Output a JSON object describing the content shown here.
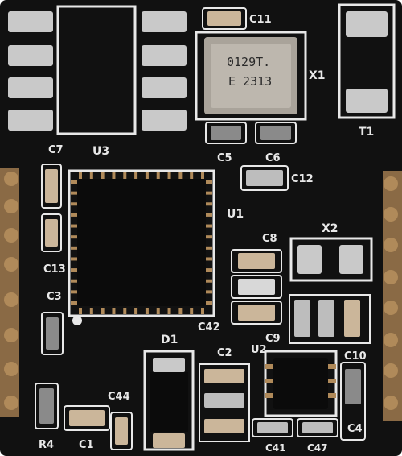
{
  "board": {
    "colors": {
      "mask": "#111111",
      "silk": "#e8e8e8",
      "pad": "#c9c9c9",
      "pin": "#b08a5a",
      "chip": "#0b0b0b",
      "cap": "#cbb69a"
    }
  },
  "labels": {
    "c11": "C11",
    "x1": "X1",
    "u3": "U3",
    "c7": "C7",
    "c5": "C5",
    "c6": "C6",
    "c12": "C12",
    "t1": "T1",
    "u1": "U1",
    "c8": "C8",
    "x2": "X2",
    "c13": "C13",
    "c3": "C3",
    "c42": "C42",
    "d1": "D1",
    "c2": "C2",
    "u2": "U2",
    "c9": "C9",
    "c44": "C44",
    "r4": "R4",
    "c1": "C1",
    "c10": "C10",
    "c41": "C41",
    "c4": "C4",
    "c47": "C47"
  },
  "crystal": {
    "line1": "0129T.",
    "line2": "E 2313"
  }
}
